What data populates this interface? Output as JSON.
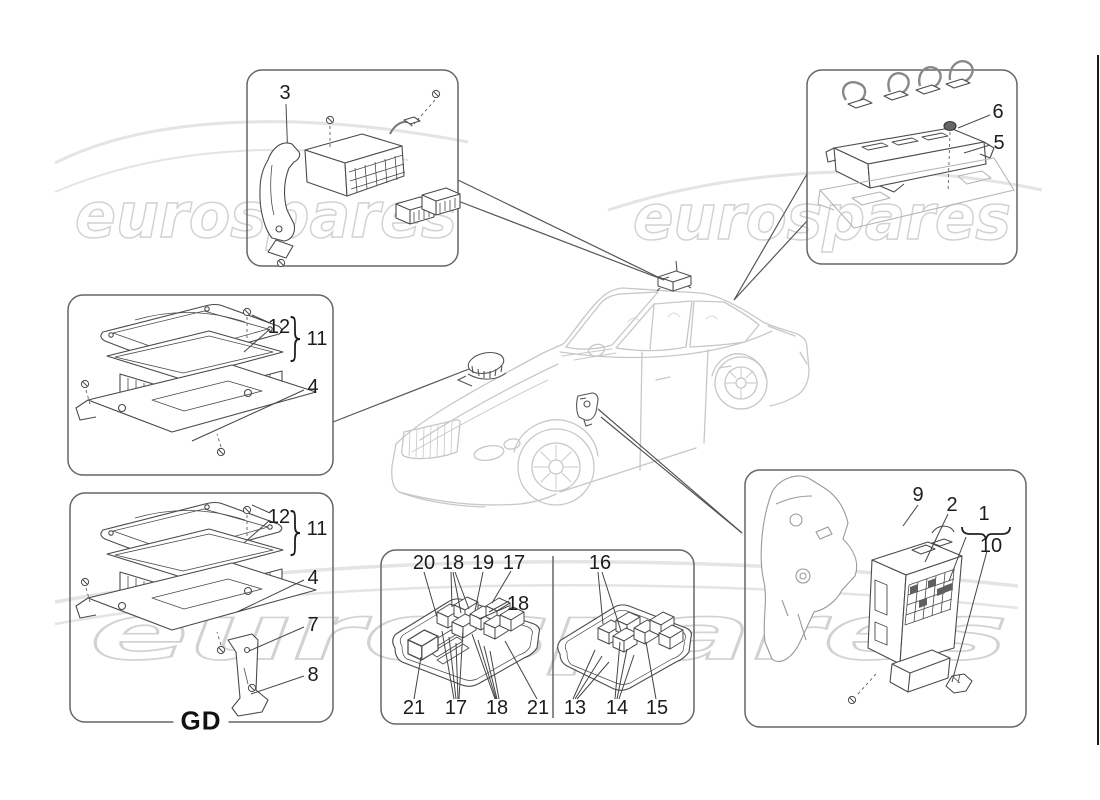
{
  "watermark": {
    "text": "eurospares",
    "outline_color": "#d2d2d2",
    "swoosh_color": "#e4e4e4"
  },
  "drawing_code": "GD",
  "panels": {
    "bracket_module": {
      "n3": "3"
    },
    "rear_ecu": {
      "n6": "6",
      "n5": "5"
    },
    "front_node": {
      "n12": "12",
      "n11": "11",
      "n4": "4",
      "brace": "}"
    },
    "rear_node": {
      "n12": "12",
      "n11": "11",
      "n4": "4",
      "n7": "7",
      "n8": "8",
      "brace": "}"
    },
    "relay_boxes": {
      "n20": "20",
      "n18a": "18",
      "n19": "19",
      "n17a": "17",
      "n18b": "18",
      "n21a": "21",
      "n17b": "17",
      "n18c": "18",
      "n21b": "21",
      "n16": "16",
      "n13": "13",
      "n14": "14",
      "n15": "15"
    },
    "body_computer": {
      "n9": "9",
      "n2": "2",
      "n1": "1",
      "n10": "10"
    }
  }
}
